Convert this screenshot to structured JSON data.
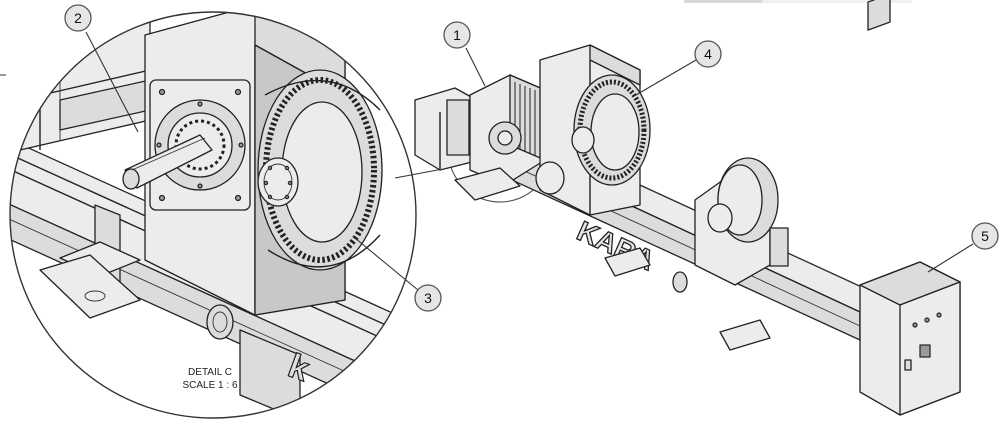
{
  "balloons": [
    {
      "number": "1"
    },
    {
      "number": "2"
    },
    {
      "number": "3"
    },
    {
      "number": "4"
    },
    {
      "number": "5"
    }
  ],
  "brand_text": "KARA",
  "detail_brand_letter": "k",
  "detail_label": {
    "line1": "DETAIL C",
    "line2": "SCALE 1 : 6"
  },
  "colors": {
    "line": "#222222",
    "balloon_fill": "#e6e6e6",
    "background": "#ffffff"
  }
}
